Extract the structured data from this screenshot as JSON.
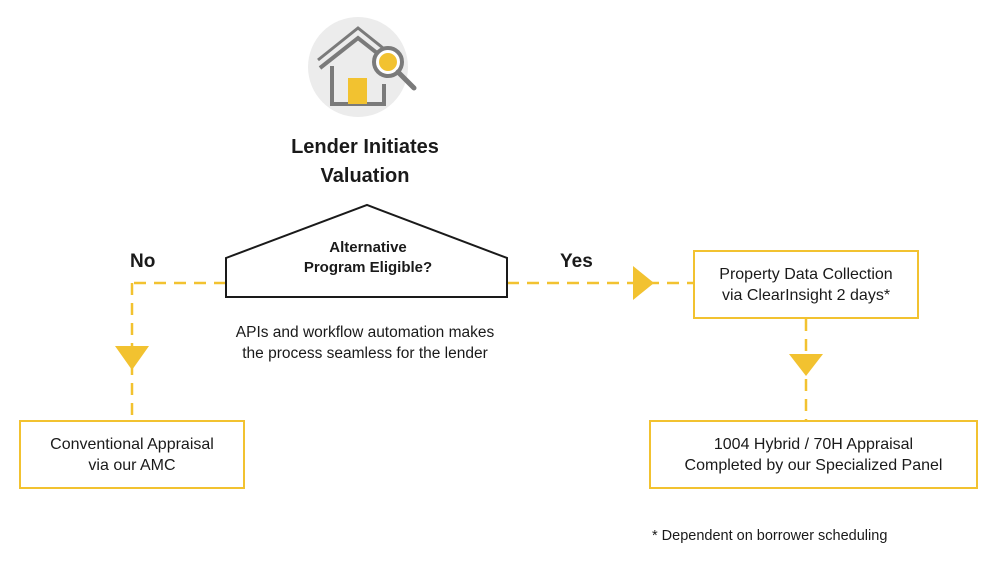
{
  "start": {
    "icon": "house-magnifier-icon",
    "title_lines": [
      "Lender Initiates",
      "Valuation"
    ]
  },
  "decision": {
    "lines": [
      "Alternative",
      "Program Eligible?"
    ]
  },
  "branches": {
    "no_label": "No",
    "yes_label": "Yes"
  },
  "note": {
    "lines": [
      "APIs and workflow automation makes",
      "the process seamless for the lender"
    ]
  },
  "nodes": {
    "conventional": {
      "lines": [
        "Conventional Appraisal",
        "via our AMC"
      ]
    },
    "data_collection": {
      "lines": [
        "Property Data Collection",
        "via ClearInsight 2 days*"
      ]
    },
    "hybrid": {
      "lines": [
        "1004 Hybrid / 70H Appraisal",
        "Completed by our Specialized Panel"
      ]
    }
  },
  "footnote": "* Dependent on borrower scheduling",
  "colors": {
    "accent": "#f2c230",
    "icon_bg": "#ececec",
    "icon_stroke": "#7a7a7a",
    "text": "#1a1a1a"
  }
}
